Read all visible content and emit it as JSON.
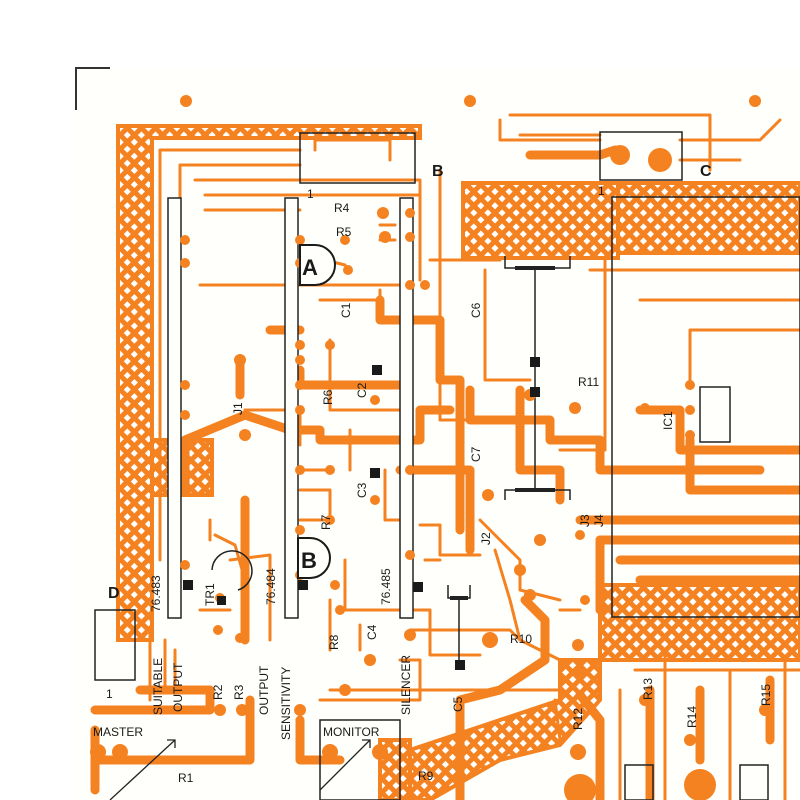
{
  "board": {
    "copper_color": "#f58220",
    "hatch_color": "#ffffff",
    "outline_color": "#222222",
    "paper_color": "#fffffb"
  },
  "ics": {
    "ic_left": "76.483",
    "ic_mid": "76.484",
    "ic_right": "76.485"
  },
  "markers": {
    "a": "A",
    "b": "B",
    "pad_a": "A",
    "pad_b": "B",
    "c": "C",
    "d": "D",
    "pin1_left": "1",
    "pin1_top": "1",
    "pin1_mid": "1"
  },
  "components": {
    "r1": "R1",
    "r2": "R2",
    "r3": "R3",
    "r4": "R4",
    "r5": "R5",
    "r6": "R6",
    "r7": "R7",
    "r8": "R8",
    "r9": "R9",
    "r10": "R10",
    "r11": "R11",
    "r12": "R12",
    "r13": "R13",
    "r14": "R14",
    "r15": "R15",
    "c1": "C1",
    "c2": "C2",
    "c3": "C3",
    "c4": "C4",
    "c5": "C5",
    "c6": "C6",
    "c7": "C7",
    "j1": "J1",
    "j2": "J2",
    "j3": "J3",
    "j4": "J4",
    "tr1": "TR1",
    "ic1": "IC1"
  },
  "controls": {
    "suitable_output_1": "SUITABLE",
    "suitable_output_2": "OUTPUT",
    "output": "OUTPUT",
    "sensitivity": "SENSITIVITY",
    "silencer": "SILENCER",
    "master": "MASTER",
    "monitor": "MONITOR"
  }
}
